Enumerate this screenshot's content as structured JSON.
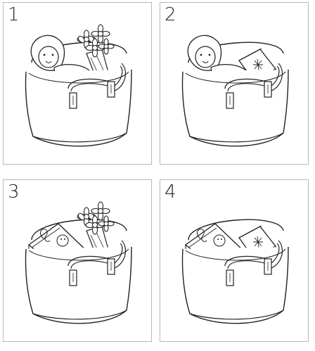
{
  "panels": [
    {
      "number": "1",
      "contents": [
        "doll",
        "flowers"
      ]
    },
    {
      "number": "2",
      "contents": [
        "doll",
        "book"
      ]
    },
    {
      "number": "3",
      "contents": [
        "magazine",
        "flowers"
      ]
    },
    {
      "number": "4",
      "contents": [
        "magazine",
        "book"
      ]
    }
  ]
}
